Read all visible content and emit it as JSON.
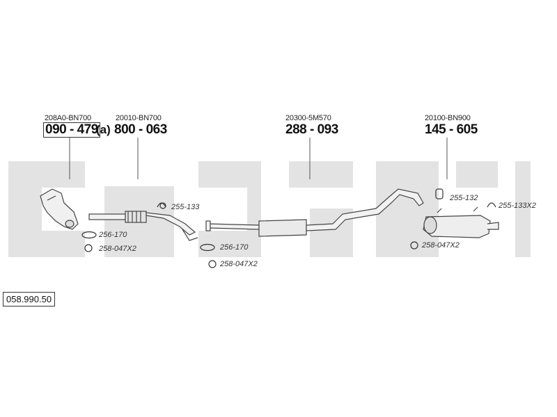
{
  "groups": [
    {
      "ref": "208A0-BN700",
      "part": "090 - 479",
      "suffix": "(a)"
    },
    {
      "ref": "20010-BN700",
      "part": "800 - 063"
    },
    {
      "ref": "20300-5M570",
      "part": "288 - 093"
    },
    {
      "ref": "20100-BN900",
      "part": "145 - 605"
    }
  ],
  "fittings": [
    "256-170",
    "258-047X2",
    "255-133",
    "256-170",
    "258-047X2",
    "255-132",
    "255-133X2",
    "258-047X2"
  ],
  "catalog_number": "058.990.50",
  "colors": {
    "watermark": "#e3e3e3",
    "line": "#555555",
    "pipe": "#f2f2f2"
  }
}
